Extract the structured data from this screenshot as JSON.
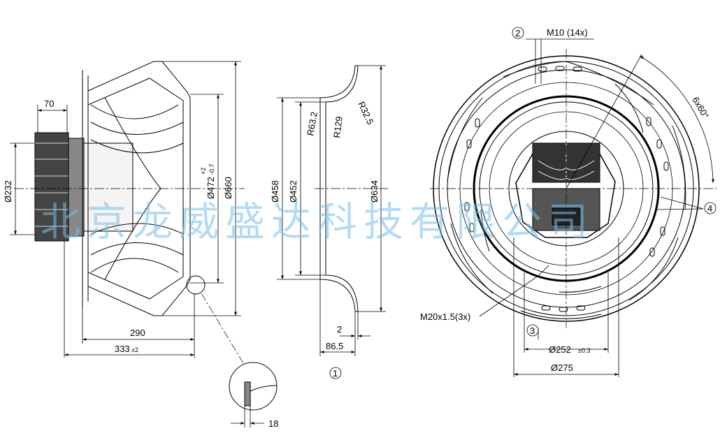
{
  "watermark": "北京龙威盛达科技有限公司",
  "side_view": {
    "dim_70": "70",
    "dim_232": "Ø232",
    "dim_472": "Ø472",
    "dim_472_tol_up": "+2",
    "dim_472_tol_low": "-0.7",
    "dim_660": "Ø660",
    "dim_290": "290",
    "dim_333": "333",
    "dim_333_tol": "±2"
  },
  "detail_view": {
    "dim_18": "18"
  },
  "nozzle_view": {
    "dim_458": "Ø458",
    "dim_452": "Ø452",
    "dim_634": "Ø634",
    "r_63": "R63.2",
    "r_129": "R129",
    "r_32": "R32.5",
    "dim_2": "2",
    "dim_86": "86.5",
    "callout_1": "1"
  },
  "front_view": {
    "callout_2": "2",
    "m10": "M10 (14x)",
    "angle": "6x60°",
    "callout_4": "4",
    "m20": "M20x1.5(3x)",
    "callout_3": "3",
    "dim_252": "Ø252",
    "dim_252_tol": "±0.3",
    "dim_275": "Ø275"
  }
}
